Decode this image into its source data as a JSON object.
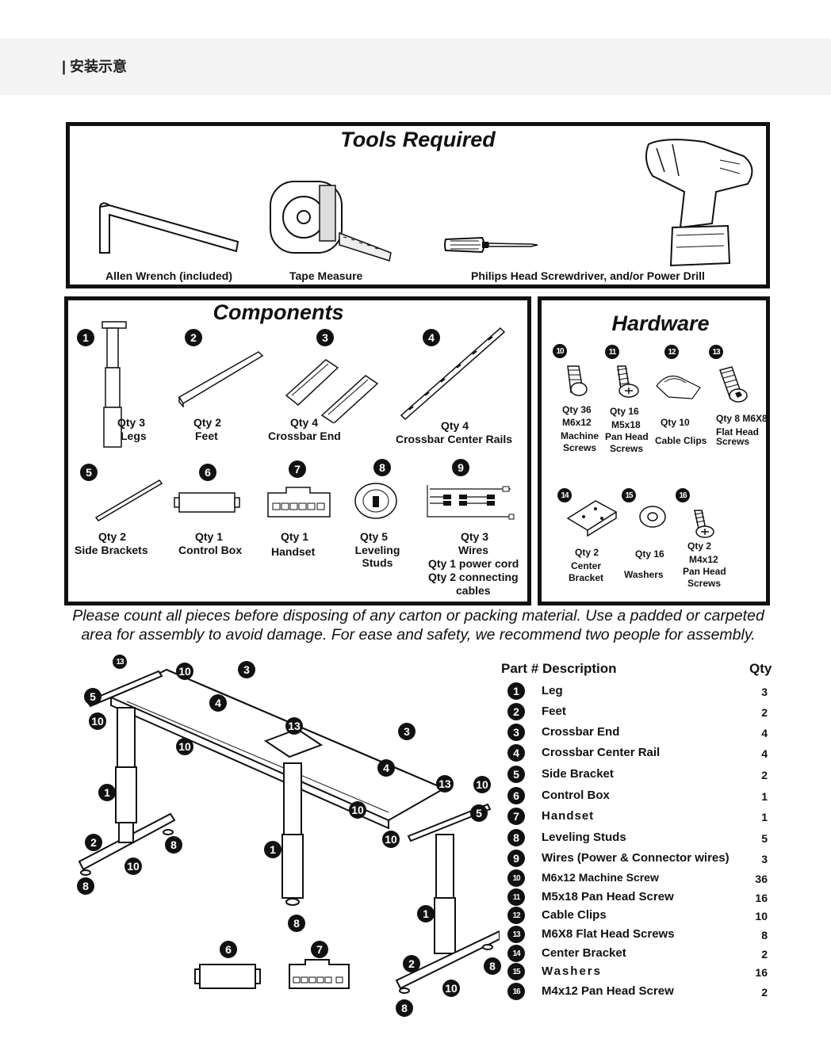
{
  "header": {
    "title": "| 安装示意"
  },
  "tools": {
    "title": "Tools Required",
    "items": [
      "Allen Wrench (included)",
      "Tape Measure",
      "Philips Head Screwdriver, and/or Power Drill"
    ]
  },
  "components": {
    "title": "Components",
    "items": [
      {
        "num": "1",
        "qty": "Qty 3",
        "name": "Legs"
      },
      {
        "num": "2",
        "qty": "Qty  2",
        "name": "Feet"
      },
      {
        "num": "3",
        "qty": "Qty   4",
        "name": "Crossbar End"
      },
      {
        "num": "4",
        "qty": "Qty 4",
        "name": "Crossbar Center Rails"
      },
      {
        "num": "5",
        "qty": "Qty  2",
        "name": "Side Brackets"
      },
      {
        "num": "6",
        "qty": "Qty 1",
        "name": "Control Box"
      },
      {
        "num": "7",
        "qty": "Qty 1",
        "name": "Handset"
      },
      {
        "num": "8",
        "qty": "Qty  5",
        "name": "Leveling Studs"
      },
      {
        "num": "9",
        "qty": "Qty  3",
        "name": "Wires",
        "extra1": "Qty 1 power cord",
        "extra2": "Qty 2 connecting",
        "extra3": "cables"
      }
    ]
  },
  "hardware": {
    "title": "Hardware",
    "items": [
      {
        "num": "10",
        "qty": "Qty 36",
        "spec": "M6x12",
        "name1": "Machine",
        "name2": "Screws"
      },
      {
        "num": "11",
        "qty": "Qty 16",
        "spec": "M5x18",
        "name1": "Pan Head",
        "name2": "Screws"
      },
      {
        "num": "12",
        "qty": "Qty 10",
        "name1": "Cable Clips"
      },
      {
        "num": "13",
        "qty": "Qty 8 M6X8",
        "name1": "Flat Head",
        "name2": "Screws"
      },
      {
        "num": "14",
        "qty": "Qty 2",
        "name1": "Center",
        "name2": "Bracket"
      },
      {
        "num": "15",
        "qty": "Qty 16",
        "name1": "Washers"
      },
      {
        "num": "16",
        "qty": "Qty 2",
        "spec": "M4x12",
        "name1": "Pan Head",
        "name2": "Screws"
      }
    ]
  },
  "notice": {
    "line1": "Please count all pieces before disposing of any carton or packing material. Use a padded or carpeted",
    "line2": "area for assembly to avoid damage. For ease and safety, we recommend two people for assembly."
  },
  "parts_list": {
    "header_part": "Part # Description",
    "header_qty": "Qty",
    "rows": [
      {
        "num": "1",
        "desc": "Leg",
        "qty": "3"
      },
      {
        "num": "2",
        "desc": "Feet",
        "qty": "2"
      },
      {
        "num": "3",
        "desc": "Crossbar End",
        "qty": "4"
      },
      {
        "num": "4",
        "desc": "Crossbar Center Rail",
        "qty": "4"
      },
      {
        "num": "5",
        "desc": "Side Bracket",
        "qty": "2"
      },
      {
        "num": "6",
        "desc": "Control Box",
        "qty": "1"
      },
      {
        "num": "7",
        "desc": "Handset",
        "qty": "1"
      },
      {
        "num": "8",
        "desc": "Leveling Studs",
        "qty": "5"
      },
      {
        "num": "9",
        "desc": "Wires (Power & Connector wires)",
        "qty": "3"
      },
      {
        "num": "10",
        "desc": "M6x12 Machine Screw",
        "qty": "36"
      },
      {
        "num": "11",
        "desc": "M5x18 Pan Head Screw",
        "qty": "16"
      },
      {
        "num": "12",
        "desc": "Cable Clips",
        "qty": "10"
      },
      {
        "num": "13",
        "desc": "M6X8 Flat Head Screws",
        "qty": "8"
      },
      {
        "num": "14",
        "desc": "Center  Bracket",
        "qty": "2"
      },
      {
        "num": "15",
        "desc": "Washers",
        "qty": "16"
      },
      {
        "num": "16",
        "desc": "M4x12 Pan Head Screw",
        "qty": "2"
      }
    ]
  },
  "diagram": {
    "callouts": [
      "13",
      "10",
      "3",
      "5",
      "4",
      "10",
      "10",
      "13",
      "3",
      "4",
      "1",
      "13",
      "10",
      "10",
      "5",
      "10",
      "2",
      "8",
      "1",
      "10",
      "8",
      "8",
      "1",
      "6",
      "7",
      "2",
      "8",
      "10",
      "8"
    ]
  }
}
